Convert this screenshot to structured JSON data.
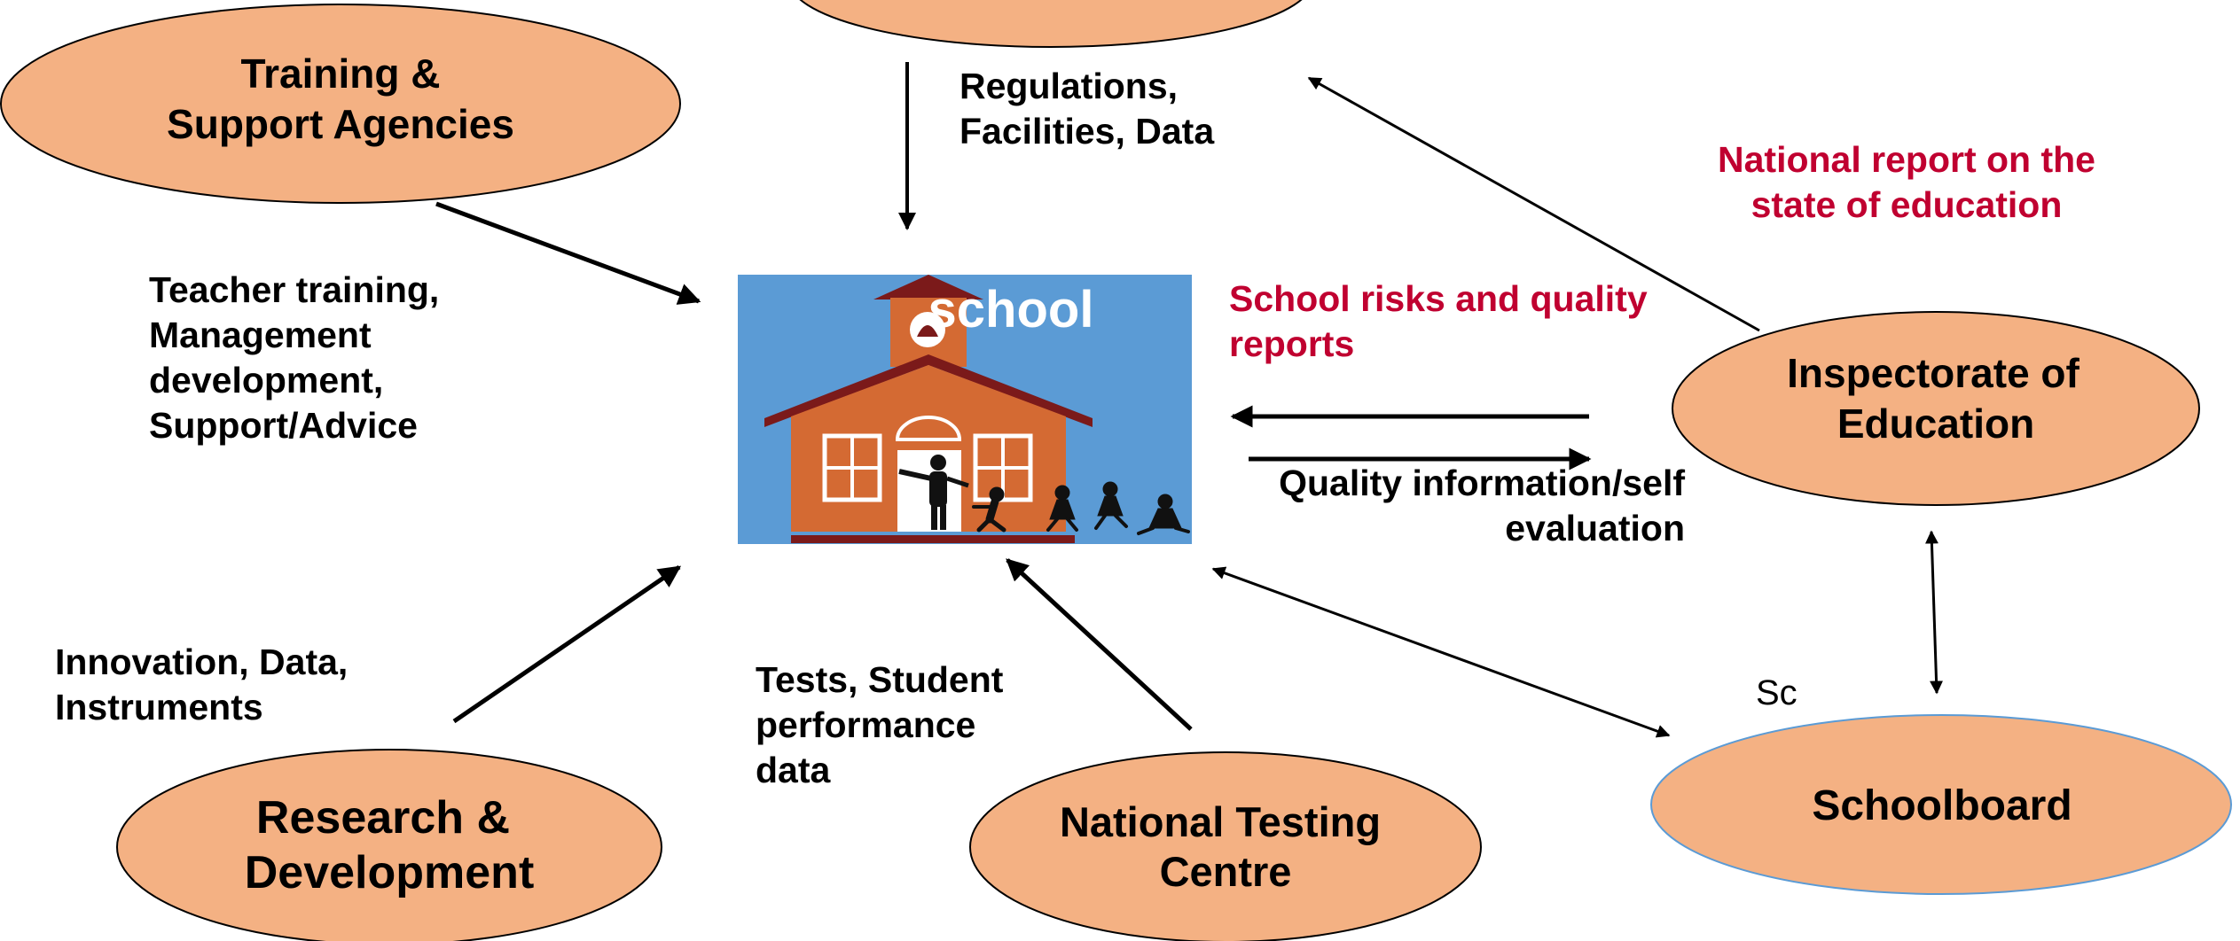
{
  "nodes": {
    "training": "Training & Support Agencies",
    "research": "Research & Development",
    "testing": "National Testing Centre",
    "inspectorate": "Inspectorate of Education",
    "schoolboard": "Schoolboard"
  },
  "node_lines": {
    "training": [
      "Training &",
      "Support Agencies"
    ],
    "research": [
      "Research &",
      "Development"
    ],
    "testing": [
      "National Testing",
      "Centre"
    ],
    "inspectorate": [
      "Inspectorate of",
      "Education"
    ],
    "schoolboard": [
      "Schoolboard"
    ]
  },
  "school_image": {
    "label": "school"
  },
  "edge_labels": {
    "regulations": [
      "Regulations,",
      "Facilities, Data"
    ],
    "teacher_training": [
      "Teacher training,",
      "Management",
      "development,",
      "Support/Advice"
    ],
    "innovation": [
      "Innovation, Data,",
      "Instruments"
    ],
    "tests": [
      "Tests,  Student",
      "performance",
      "data"
    ],
    "school_risks": [
      "School risks and quality",
      "reports"
    ],
    "quality_info": [
      "Quality information/self",
      "evaluation"
    ],
    "national_report": [
      "National report on the",
      "state of education"
    ]
  },
  "stray_text": "Sc",
  "colors": {
    "node_fill": "#F4B183",
    "highlight_text": "#C00030",
    "school_background": "#5B9BD5"
  }
}
